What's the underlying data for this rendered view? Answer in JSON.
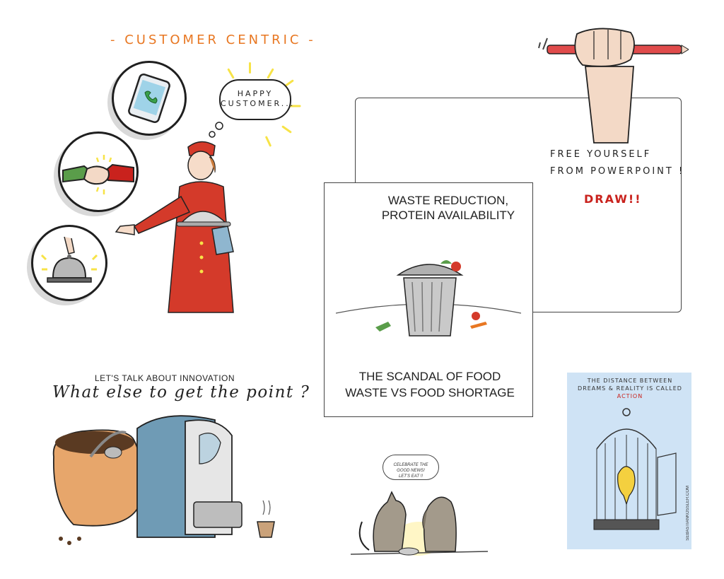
{
  "customer": {
    "title": "- CUSTOMER CENTRIC -",
    "bubble": "HAPPY CUSTOMER..."
  },
  "food": {
    "top_line1": "WASTE REDUCTION,",
    "top_line2": "PROTEIN AVAILABILITY",
    "bottom_line1": "THE SCANDAL OF FOOD",
    "bottom_line2": "WASTE VS FOOD SHORTAGE"
  },
  "free": {
    "line1": "FREE YOURSELF",
    "line2": "FROM POWERPOINT !",
    "draw": "DRAW!!"
  },
  "innovation": {
    "line1": "LET'S TALK ABOUT INNOVATION",
    "line2": "What else to get the point ?"
  },
  "cage": {
    "line1": "THE DISTANCE BETWEEN",
    "line2": "DREAMS & REALITY IS CALLED",
    "action": "ACTION",
    "credit": "SEBASTIANKOSSLER.COM"
  },
  "dogs": {
    "bubble_line1": "CELEBRATE THE",
    "bubble_line2": "GOOD NEWS!",
    "bubble_line3": "LET'S EAT !!"
  },
  "colors": {
    "orange": "#e87722",
    "red": "#c9221d",
    "yellow": "#f7e347",
    "cage_bg": "#cfe3f5",
    "machine_blue": "#6f9bb5"
  }
}
